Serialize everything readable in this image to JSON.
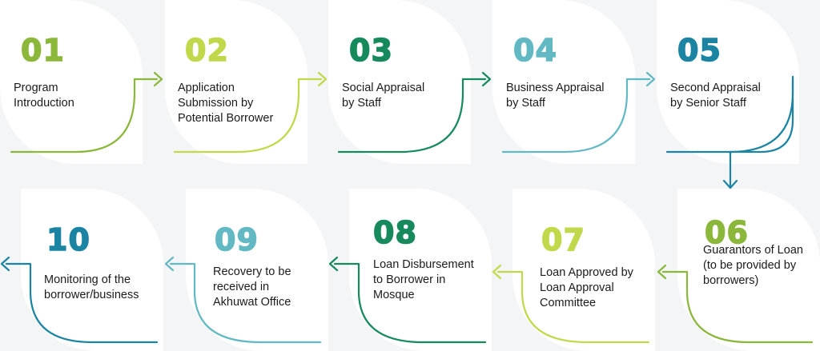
{
  "colors": {
    "lime": "#8bb73a",
    "yellow_green": "#c2d84b",
    "green": "#168a5c",
    "teal": "#62b9c4",
    "blue": "#1c84a3",
    "background": "#f4f5f6",
    "card": "#ffffff",
    "text": "#1b1b1b"
  },
  "steps": [
    {
      "num": "01",
      "lines": [
        "Program",
        "Introduction"
      ],
      "color": "#8bb73a"
    },
    {
      "num": "02",
      "lines": [
        "Application",
        "Submission by",
        "Potential Borrower"
      ],
      "color": "#c2d84b"
    },
    {
      "num": "03",
      "lines": [
        "Social Appraisal",
        "by Staff"
      ],
      "color": "#168a5c"
    },
    {
      "num": "04",
      "lines": [
        "Business Appraisal",
        "by Staff"
      ],
      "color": "#62b9c4"
    },
    {
      "num": "05",
      "lines": [
        "Second Appraisal",
        "by Senior Staff"
      ],
      "color": "#1c84a3"
    },
    {
      "num": "06",
      "lines": [
        "Guarantors of Loan",
        "(to be provided by",
        "borrowers)"
      ],
      "color": "#8bb73a"
    },
    {
      "num": "07",
      "lines": [
        "Loan Approved by",
        "Loan Approval",
        "Committee"
      ],
      "color": "#c2d84b"
    },
    {
      "num": "08",
      "lines": [
        "Loan Disbursement",
        "to Borrower in",
        "Mosque"
      ],
      "color": "#168a5c"
    },
    {
      "num": "09",
      "lines": [
        "Recovery to be",
        "received in",
        "Akhuwat Office"
      ],
      "color": "#62b9c4"
    },
    {
      "num": "10",
      "lines": [
        "Monitoring of the",
        "borrower/business"
      ],
      "color": "#1c84a3"
    }
  ]
}
